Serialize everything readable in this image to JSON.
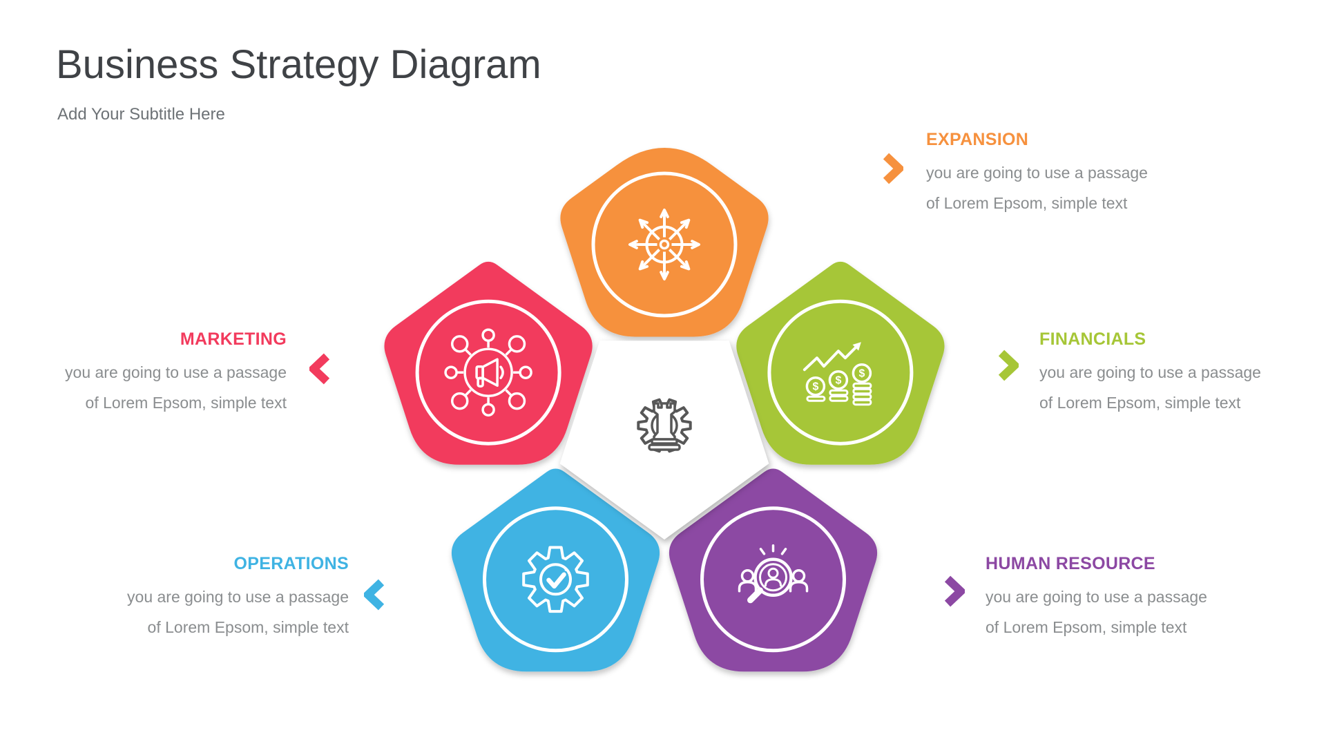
{
  "title": "Business Strategy Diagram",
  "subtitle": "Add Your Subtitle Here",
  "colors": {
    "expansion": "#F6913E",
    "marketing": "#F23B5D",
    "financials": "#A6C637",
    "operations": "#3FB3E3",
    "human_resource": "#8C48A3",
    "title_text": "#3F4246",
    "subtitle_text": "#6D7276",
    "body_text": "#8A8D8F",
    "center_icon": "#575757",
    "petal_icon": "#FFFFFF"
  },
  "sections": {
    "expansion": {
      "label": "EXPANSION",
      "line1": "you are going to use a passage",
      "line2": "of Lorem Epsom, simple text",
      "icon": "expansion-arrows-wheel-icon"
    },
    "financials": {
      "label": "FINANCIALS",
      "line1": "you are going to use a passage",
      "line2": "of Lorem Epsom, simple text",
      "icon": "coins-growth-arrow-icon"
    },
    "human_resource": {
      "label": "HUMAN RESOURCE",
      "line1": "you are going to use a passage",
      "line2": "of Lorem Epsom, simple text",
      "icon": "people-magnifier-icon"
    },
    "operations": {
      "label": "OPERATIONS",
      "line1": "you are going to use a passage",
      "line2": "of Lorem Epsom, simple text",
      "icon": "gear-check-icon"
    },
    "marketing": {
      "label": "MARKETING",
      "line1": "you are going to use a passage",
      "line2": "of Lorem Epsom, simple text",
      "icon": "megaphone-network-icon"
    }
  },
  "center": {
    "icon": "chess-rook-gear-icon"
  },
  "icons": {
    "dollar_sign": "$"
  }
}
